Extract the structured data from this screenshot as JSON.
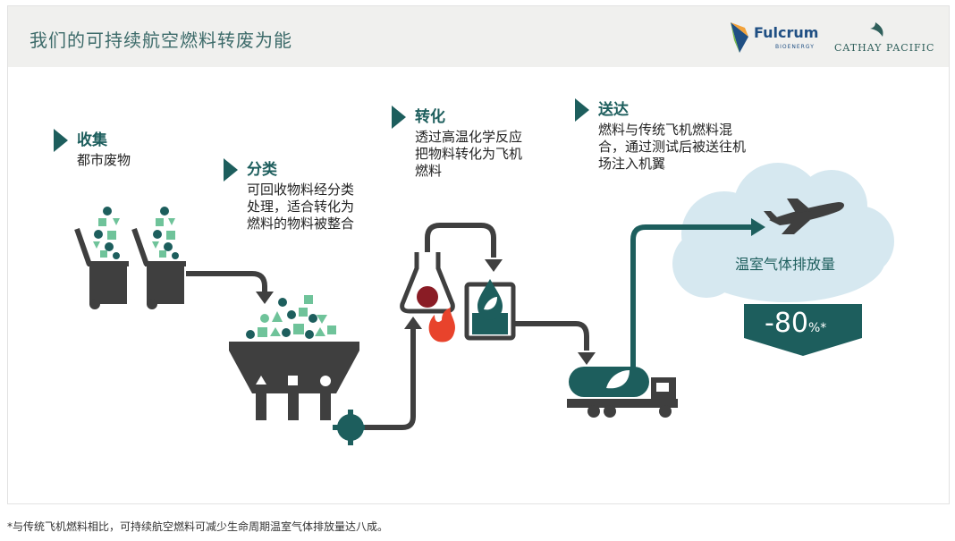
{
  "header": {
    "title": "我们的可持续航空燃料转废为能",
    "fulcrum_logo": {
      "name": "Fulcrum",
      "sub": "BIOENERGY"
    },
    "cathay_logo": {
      "name": "CATHAY PACIFIC"
    }
  },
  "steps": [
    {
      "id": "collect",
      "title": "收集",
      "desc": [
        "都市废物"
      ]
    },
    {
      "id": "sort",
      "title": "分类",
      "desc": [
        "可回收物料经分类",
        "处理，适合转化为",
        "燃料的物料被整合"
      ]
    },
    {
      "id": "convert",
      "title": "转化",
      "desc": [
        "透过高温化学反应",
        "把物料转化为飞机",
        "燃料"
      ]
    },
    {
      "id": "deliver",
      "title": "送达",
      "desc": [
        "燃料与传统飞机燃料混",
        "合，通过测试后被送往机",
        "场注入机翼"
      ]
    }
  ],
  "result": {
    "cloud_label": "温室气体排放量",
    "value": "-80",
    "unit": "%*"
  },
  "footnote": "*与传统飞机燃料相比，可持续航空燃料可减少生命周期温室气体排放量达八成。",
  "colors": {
    "teal_dark": "#1d5e5d",
    "grey_dark": "#3f3f3f",
    "green_light": "#6fc39a",
    "cloud": "#d6e8f0",
    "fire": "#e8432c",
    "red_dark": "#8a1c25"
  }
}
